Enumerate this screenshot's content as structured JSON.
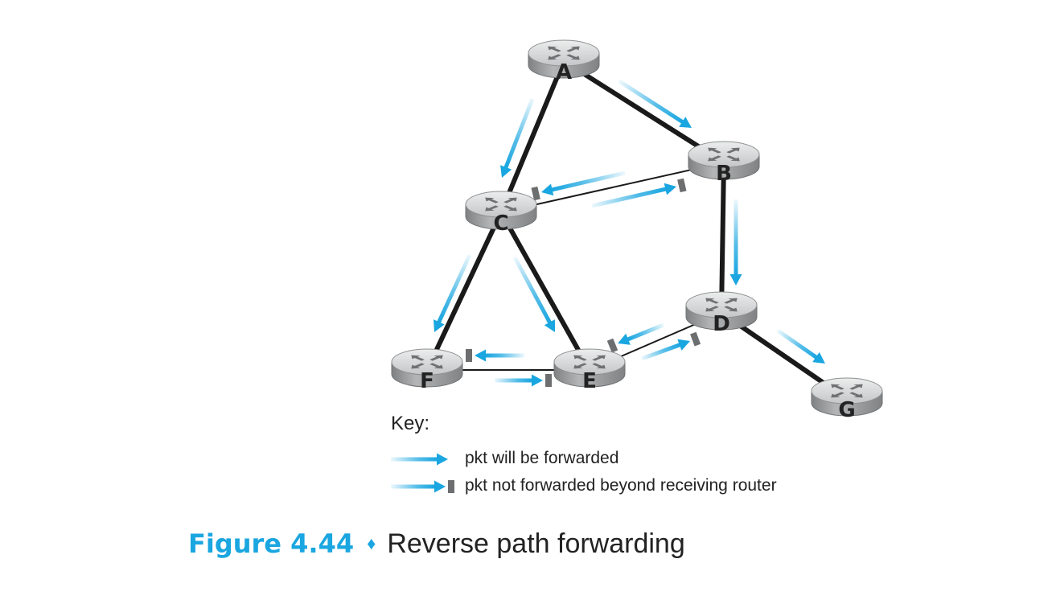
{
  "routers": [
    {
      "id": "A",
      "label": "A"
    },
    {
      "id": "B",
      "label": "B"
    },
    {
      "id": "C",
      "label": "C"
    },
    {
      "id": "D",
      "label": "D"
    },
    {
      "id": "E",
      "label": "E"
    },
    {
      "id": "F",
      "label": "F"
    },
    {
      "id": "G",
      "label": "G"
    }
  ],
  "links": [
    {
      "from": "A",
      "to": "B",
      "thickness": "thick"
    },
    {
      "from": "A",
      "to": "C",
      "thickness": "thick"
    },
    {
      "from": "B",
      "to": "C",
      "thickness": "thin"
    },
    {
      "from": "B",
      "to": "D",
      "thickness": "thick"
    },
    {
      "from": "C",
      "to": "F",
      "thickness": "thick"
    },
    {
      "from": "C",
      "to": "E",
      "thickness": "thick"
    },
    {
      "from": "F",
      "to": "E",
      "thickness": "thin"
    },
    {
      "from": "E",
      "to": "D",
      "thickness": "thin"
    },
    {
      "from": "D",
      "to": "G",
      "thickness": "thick"
    }
  ],
  "packets": [
    {
      "from": "A",
      "to": "B",
      "result": "forwarded"
    },
    {
      "from": "A",
      "to": "C",
      "result": "forwarded"
    },
    {
      "from": "B",
      "to": "C",
      "result": "not_forwarded"
    },
    {
      "from": "C",
      "to": "B",
      "result": "not_forwarded"
    },
    {
      "from": "B",
      "to": "D",
      "result": "forwarded"
    },
    {
      "from": "C",
      "to": "F",
      "result": "forwarded"
    },
    {
      "from": "C",
      "to": "E",
      "result": "forwarded"
    },
    {
      "from": "E",
      "to": "F",
      "result": "not_forwarded"
    },
    {
      "from": "F",
      "to": "E",
      "result": "not_forwarded"
    },
    {
      "from": "D",
      "to": "E",
      "result": "not_forwarded"
    },
    {
      "from": "E",
      "to": "D",
      "result": "not_forwarded"
    },
    {
      "from": "D",
      "to": "G",
      "result": "forwarded"
    }
  ],
  "key": {
    "title": "Key:",
    "forwarded_label": "pkt will be forwarded",
    "not_forwarded_label": "pkt not forwarded beyond receiving router"
  },
  "caption": {
    "figure_number": "Figure 4.44",
    "separator": "♦",
    "title": "Reverse path forwarding"
  },
  "colors": {
    "arrow": "#1aa6e0",
    "link": "#1a1a1a",
    "blocker": "#6d6e70",
    "router_top": "#d9dadb",
    "router_side": "#9a9c9e"
  }
}
